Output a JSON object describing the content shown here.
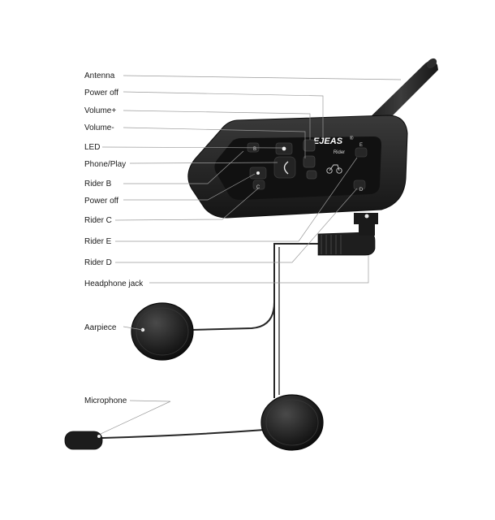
{
  "brand": "EJEAS",
  "brand_mark": "®",
  "device_tag": "Rider",
  "button_letters": [
    "B",
    "C",
    "D",
    "E"
  ],
  "callouts": [
    {
      "key": "antenna",
      "label": "Antenna"
    },
    {
      "key": "power-off-top",
      "label": "Power off"
    },
    {
      "key": "volume-plus",
      "label": "Volume+"
    },
    {
      "key": "volume-minus",
      "label": "Volume-"
    },
    {
      "key": "led",
      "label": "LED"
    },
    {
      "key": "phone-play",
      "label": "Phone/Play"
    },
    {
      "key": "rider-b",
      "label": "Rider B"
    },
    {
      "key": "power-off-bottom",
      "label": "Power off"
    },
    {
      "key": "rider-c",
      "label": "Rider C"
    },
    {
      "key": "rider-e",
      "label": "Rider E"
    },
    {
      "key": "rider-d",
      "label": "Rider D"
    },
    {
      "key": "headphone-jack",
      "label": "Headphone jack"
    },
    {
      "key": "earpiece",
      "label": "Aarpiece"
    },
    {
      "key": "microphone",
      "label": "Microphone"
    }
  ]
}
